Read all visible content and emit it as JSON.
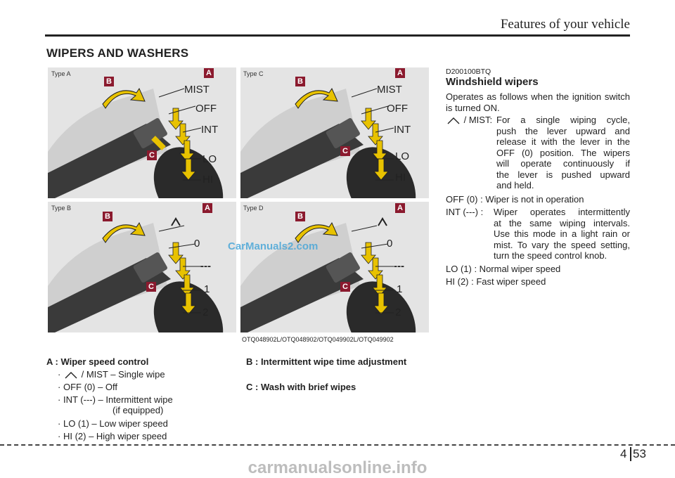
{
  "header": {
    "title": "Features of your vehicle"
  },
  "section": {
    "title": "WIPERS AND WASHERS"
  },
  "figures": {
    "panels": [
      {
        "type_label": "Type A",
        "variant": "text"
      },
      {
        "type_label": "Type C",
        "variant": "text"
      },
      {
        "type_label": "Type B",
        "variant": "number"
      },
      {
        "type_label": "Type D",
        "variant": "number"
      }
    ],
    "tag_a": "A",
    "tag_b": "B",
    "tag_c": "C",
    "labels_text": [
      "MIST",
      "OFF",
      "INT",
      "LO",
      "HI"
    ],
    "labels_number": [
      "0",
      "---",
      "1",
      "2"
    ],
    "caption": "OTQ048902L/OTQ048902/OTQ049902L/OTQ049902"
  },
  "legend": {
    "a_title": "A : Wiper speed control",
    "a_items": [
      "/ MIST – Single wipe",
      "OFF (0) – Off",
      "INT (---) – Intermittent wipe",
      "LO (1) – Low wiper speed",
      "HI (2) – High wiper speed"
    ],
    "a_note": "(if equipped)",
    "b_title": "B : Intermittent wipe time adjustment",
    "c_title": "C : Wash with brief wipes"
  },
  "right": {
    "code": "D200100BTQ",
    "subtitle": "Windshield wipers",
    "intro": "Operates as follows when the ignition switch is turned ON.",
    "mist_head": "/ MIST:",
    "mist_lines": [
      "For a single wiping cycle,",
      "push the lever upward and",
      "release it with the lever in the",
      "OFF (0) position. The wipers",
      "will operate continuously if",
      "the lever is pushed upward",
      "and held."
    ],
    "off_line": "OFF (0) : Wiper is not in operation",
    "int_head": "INT (---) :",
    "int_lines": [
      "Wiper operates intermittently",
      "at the same wiping intervals.",
      "Use this mode in a light rain or",
      "mist. To vary the speed setting,",
      "turn the speed control knob."
    ],
    "lo_line": "LO (1) : Normal wiper speed",
    "hi_line": "HI (2) : Fast wiper speed"
  },
  "page": {
    "chapter": "4",
    "number": "53"
  },
  "watermark": {
    "site": "CarManuals2.com",
    "footer": "carmanualsonline.info"
  }
}
